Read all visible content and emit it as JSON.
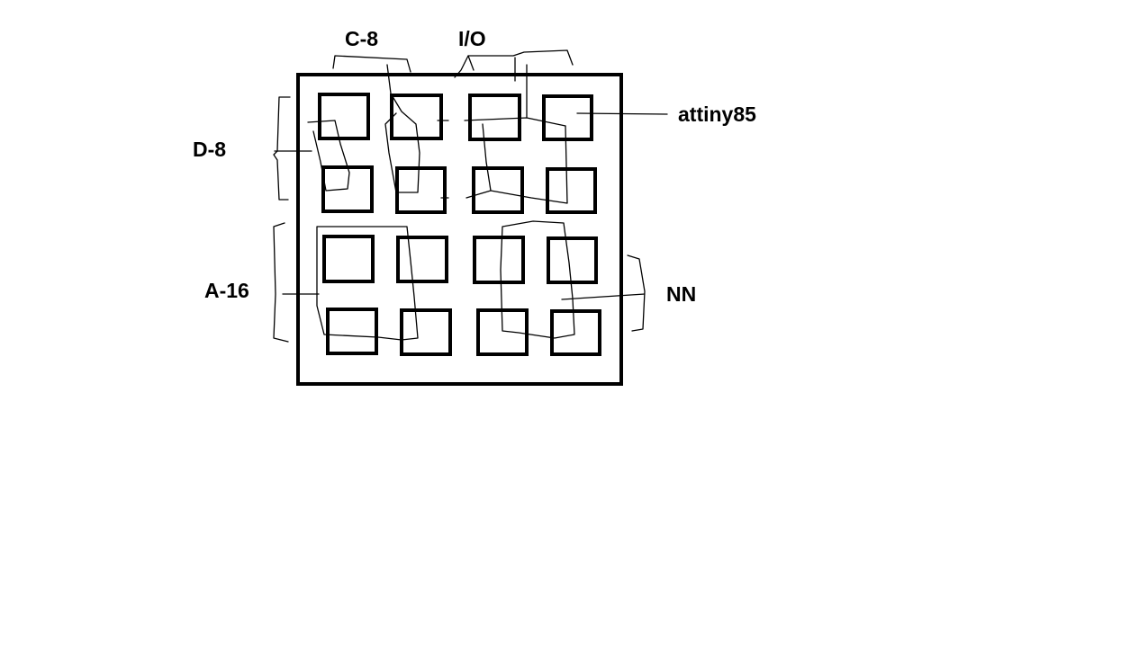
{
  "diagram": {
    "labels": {
      "c8": "C-8",
      "io": "I/O",
      "attiny": "attiny85",
      "d8": "D-8",
      "a16": "A-16",
      "nn": "NN"
    },
    "grid": {
      "rows": 4,
      "columns": 4
    },
    "colors": {
      "ink": "#000000",
      "background": "#ffffff"
    }
  }
}
